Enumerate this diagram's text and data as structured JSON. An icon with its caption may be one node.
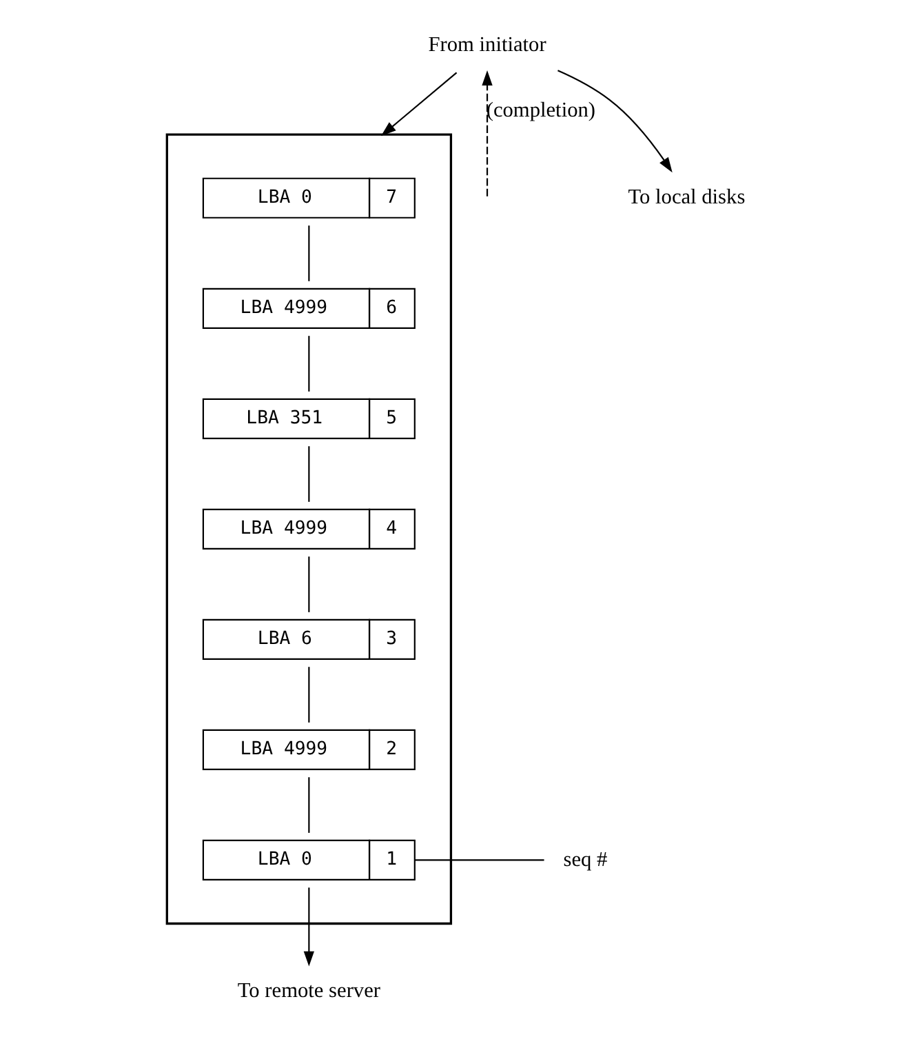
{
  "diagram": {
    "nodes": [
      {
        "text": [
          "From initiator"
        ]
      },
      {
        "text": [
          "To local disks"
        ]
      },
      {
        "text": [],
        "shape": "box"
      },
      {
        "text": [
          "LBA 0",
          "7"
        ],
        "in": 2
      },
      {
        "text": [
          "LBA 4999",
          "6"
        ],
        "in": 2
      },
      {
        "text": [
          "LBA 351",
          "5"
        ],
        "in": 2
      },
      {
        "text": [
          "LBA 4999",
          "4"
        ],
        "in": 2
      },
      {
        "text": [
          "LBA 6",
          "3"
        ],
        "in": 2
      },
      {
        "text": [
          "LBA 4999",
          "2"
        ],
        "in": 2
      },
      {
        "text": [
          "LBA 0",
          "1"
        ],
        "in": 2
      },
      {
        "text": [
          "To remote server"
        ]
      },
      {
        "text": [
          "seq #"
        ]
      }
    ],
    "edges": [
      {
        "from": 0,
        "to": 1,
        "arrow": "to"
      },
      {
        "from": 0,
        "to": 2,
        "arrow": "to"
      },
      {
        "from": null,
        "to": 0,
        "arrow": "to",
        "style": "dashed",
        "label": "(completion)"
      },
      {
        "from": 3,
        "to": 4,
        "arrow": "none"
      },
      {
        "from": 4,
        "to": 5,
        "arrow": "none"
      },
      {
        "from": 5,
        "to": 6,
        "arrow": "none"
      },
      {
        "from": 6,
        "to": 7,
        "arrow": "none"
      },
      {
        "from": 7,
        "to": 8,
        "arrow": "none"
      },
      {
        "from": 8,
        "to": 9,
        "arrow": "none"
      },
      {
        "from": 9,
        "to": 10,
        "arrow": "to"
      },
      {
        "from": 11,
        "to": 9,
        "arrow": "none"
      }
    ]
  }
}
